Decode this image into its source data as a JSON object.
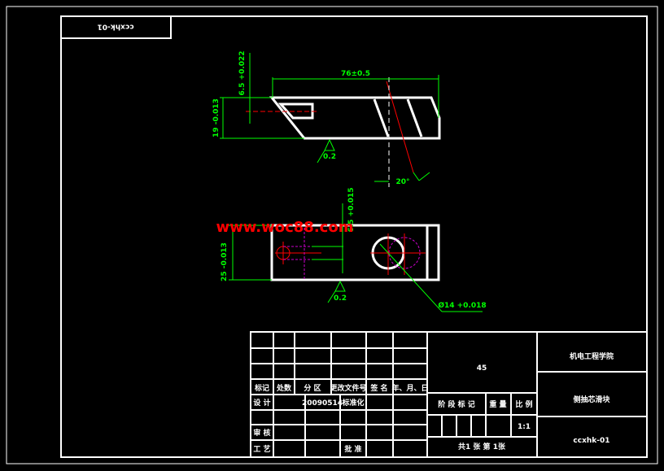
{
  "drawing": {
    "corner_code": "ccxhk-01",
    "watermark": "www.woc88.com",
    "colors": {
      "part": "#ffffff",
      "dimension": "#00ff00",
      "centerline": "#ff0000",
      "hidden": "#cc00cc",
      "watermark": "#ff0000"
    },
    "front_view": {
      "dim_length": "76±0.5",
      "dim_height": "19 -0.013",
      "dim_slot": "6.5 +0.022",
      "angle": "20°",
      "flatness": "0.2"
    },
    "top_view": {
      "dim_width": "25 -0.013",
      "dim_offset": "6.5 +0.015",
      "dim_hole": "Ø14 +0.018",
      "flatness": "0.2"
    }
  },
  "title_block": {
    "headers": [
      "标记",
      "处数",
      "分 区",
      "更改文件号",
      "签 名",
      "年、月、日"
    ],
    "design_label": "设 计",
    "design_date": "20090514",
    "standard_label": "标准化",
    "review_label": "审 核",
    "process_label": "工 艺",
    "approve_label": "批 准",
    "material": "45",
    "stage_label": "阶 段 标 记",
    "weight_label": "重 量",
    "scale_label": "比 例",
    "scale_value": "1:1",
    "sheets": "共1 张 第 1张",
    "institution": "机电工程学院",
    "part_name": "侧抽芯滑块",
    "drawing_number": "ccxhk-01"
  }
}
